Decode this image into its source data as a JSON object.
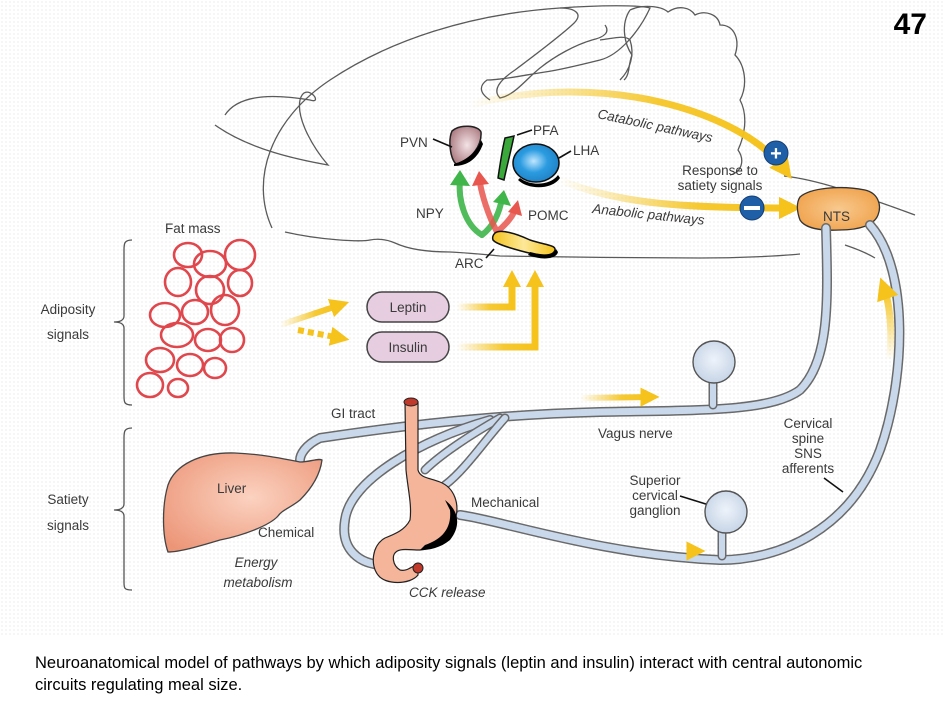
{
  "slide_number": "47",
  "colors": {
    "nerve_fill": "#c9d8ea",
    "nerve_stroke": "#6a6a6a",
    "arrow_yellow": "#f5c31c",
    "nts_orange": "#f2a54b",
    "pvn_mauve": "#b58a8f",
    "pfa_green": "#3aa83a",
    "lha_blue": "#2b9be0",
    "arc_yellow": "#f5c31c",
    "fat_red": "#e0474c",
    "hormone_pill": "#e6cde0",
    "organ_salmon": "#f0a07e",
    "sign_blue": "#1f5fa8",
    "npy_green": "#3fb54a",
    "pomc_red": "#e8574e"
  },
  "brain": {
    "nuclei": {
      "pvn": "PVN",
      "pfa": "PFA",
      "lha": "LHA",
      "arc": "ARC",
      "nts": "NTS"
    },
    "neuropeptides": {
      "npy": "NPY",
      "pomc": "POMC"
    },
    "pathways": {
      "catabolic": "Catabolic pathways",
      "anabolic": "Anabolic pathways",
      "response_line1": "Response to",
      "response_line2": "satiety signals",
      "plus_sign": "+",
      "minus_sign": "−"
    }
  },
  "adiposity": {
    "group_label_line1": "Adiposity",
    "group_label_line2": "signals",
    "fat_mass": "Fat mass",
    "hormones": [
      "Leptin",
      "Insulin"
    ]
  },
  "satiety": {
    "group_label_line1": "Satiety",
    "group_label_line2": "signals",
    "gi_tract": "GI tract",
    "liver": "Liver",
    "chemical": "Chemical",
    "energy_line1": "Energy",
    "energy_line2": "metabolism",
    "mechanical": "Mechanical",
    "cck": "CCK release",
    "vagus": "Vagus nerve",
    "scg_line1": "Superior",
    "scg_line2": "cervical",
    "scg_line3": "ganglion",
    "cervical_line1": "Cervical",
    "cervical_line2": "spine",
    "cervical_line3": "SNS",
    "cervical_line4": "afferents"
  },
  "caption": "Neuroanatomical model of pathways by which adiposity signals (leptin and insulin) interact with central autonomic circuits regulating meal size."
}
